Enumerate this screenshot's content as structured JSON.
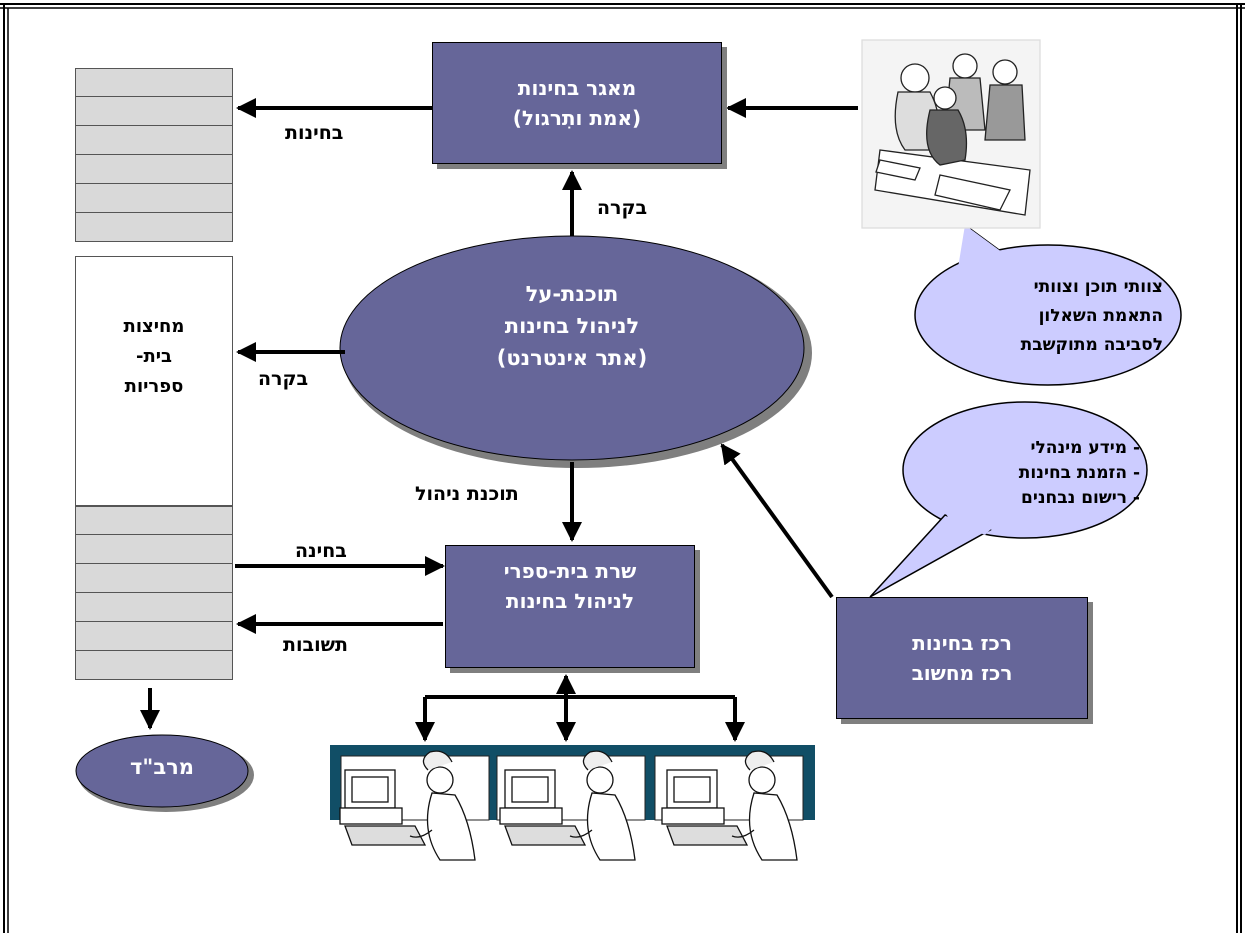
{
  "question_bank": {
    "line1": "מאגר בחינות",
    "line2": "(אמת ותִרגול)"
  },
  "super_software": {
    "line1": "תוכנת-על",
    "line2": "לניהול בחינות",
    "line3": "(אתר אינטרנט)"
  },
  "school_server": {
    "line1": "שרת בית-ספרי",
    "line2": "לניהול בחינות"
  },
  "exam_center": {
    "line1": "רכז בחינות",
    "line2": "רכז מחשוב"
  },
  "school_folders": {
    "line1": "מחיצות",
    "line2": "בית-",
    "line3": "ספריות"
  },
  "district": {
    "label": "מרב\"ד"
  },
  "arrows": {
    "exams": "בחינות",
    "control_top": "בקרה",
    "control_left": "בקרה",
    "management_software": "תוכנת ניהול",
    "exam": "בחינה",
    "answers": "תשובות"
  },
  "bubble_teams": {
    "line1": "צוותי תוכן וצוותי",
    "line2": "התאמת השאלון",
    "line3": "לסביבה מתוקשבת"
  },
  "bubble_info": {
    "line1": "- מידע מינהלי",
    "line2": "- הזמנת בחינות",
    "line3": "- רישום נבחנים"
  },
  "colors": {
    "box": "#666699",
    "shadow": "#7f7f7f",
    "bubble": "#ccccff",
    "rows": "#d9d9d9",
    "monitor_frame": "#114e66"
  }
}
